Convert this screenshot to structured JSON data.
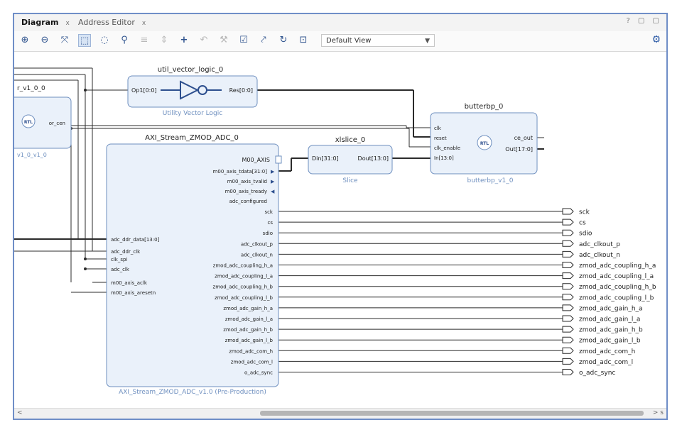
{
  "tabs": [
    {
      "label": "Diagram",
      "close": "x"
    },
    {
      "label": "Address Editor",
      "close": "x"
    }
  ],
  "window_controls": "? ▢ ▢",
  "toolbar": {
    "view_select": "Default View",
    "icons": [
      "zoom-in-icon",
      "zoom-out-icon",
      "zoom-fit-icon",
      "select-area-icon",
      "fit-selection-icon",
      "search-icon",
      "align-icon",
      "expand-icon",
      "add-ip-icon",
      "undo-icon",
      "wrench-icon",
      "validate-icon",
      "route-icon",
      "regenerate-icon",
      "drc-icon"
    ]
  },
  "blocks": {
    "util_vector_logic": {
      "instance": "util_vector_logic_0",
      "in_port": "Op1[0:0]",
      "out_port": "Res[0:0]",
      "subtitle": "Utility Vector Logic"
    },
    "ror_block": {
      "instance": "r_v1_0_0",
      "badge": "RTL",
      "out_port": "or_cen",
      "subtitle": "v1_0_v1_0"
    },
    "butterbp": {
      "instance": "butterbp_0",
      "badge": "RTL",
      "in_ports": [
        "clk",
        "reset",
        "clk_enable",
        "In[13:0]"
      ],
      "out_ports": [
        "ce_out",
        "Out[17:0]"
      ],
      "subtitle": "butterbp_v1_0"
    },
    "xlslice": {
      "instance": "xlslice_0",
      "in_port": "Din[31:0]",
      "out_port": "Dout[13:0]",
      "subtitle": "Slice"
    },
    "adc": {
      "instance": "AXI_Stream_ZMOD_ADC_0",
      "subtitle": "AXI_Stream_ZMOD_ADC_v1.0 (Pre-Production)",
      "axis_group": "M00_AXIS",
      "axis_ports": [
        "m00_axis_tdata[31:0]",
        "m00_axis_tvalid",
        "m00_axis_tready",
        "adc_configured"
      ],
      "in_ports": [
        "adc_ddr_data[13:0]",
        "adc_ddr_clk",
        "clk_spi",
        "adc_clk",
        "m00_axis_aclk",
        "m00_axis_aresetn"
      ],
      "out_ports": [
        "sck",
        "cs",
        "sdio",
        "adc_clkout_p",
        "adc_clkout_n",
        "zmod_adc_coupling_h_a",
        "zmod_adc_coupling_l_a",
        "zmod_adc_coupling_h_b",
        "zmod_adc_coupling_l_b",
        "zmod_adc_gain_h_a",
        "zmod_adc_gain_l_a",
        "zmod_adc_gain_h_b",
        "zmod_adc_gain_l_b",
        "zmod_adc_com_h",
        "zmod_adc_com_l",
        "o_adc_sync"
      ]
    }
  },
  "external_ports": [
    "sck",
    "cs",
    "sdio",
    "adc_clkout_p",
    "adc_clkout_n",
    "zmod_adc_coupling_h_a",
    "zmod_adc_coupling_l_a",
    "zmod_adc_coupling_h_b",
    "zmod_adc_coupling_l_b",
    "zmod_adc_gain_h_a",
    "zmod_adc_gain_l_a",
    "zmod_adc_gain_h_b",
    "zmod_adc_gain_l_b",
    "zmod_adc_com_h",
    "zmod_adc_com_l",
    "o_adc_sync"
  ],
  "scrollbar": {
    "left_arrow": "<",
    "right_arrow": "> s"
  }
}
